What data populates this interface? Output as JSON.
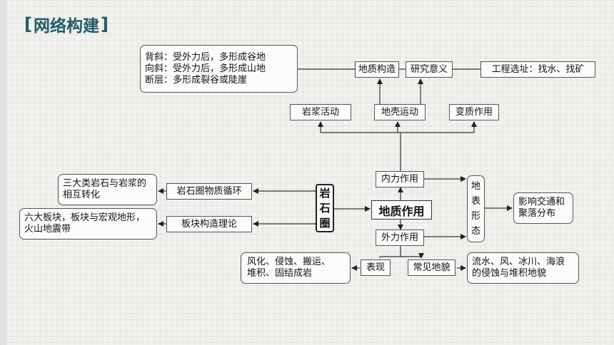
{
  "title": {
    "open": "[",
    "text": "网络构建",
    "close": "]"
  },
  "nodes": {
    "rock_circle": [
      "岩",
      "石",
      "圈"
    ],
    "geo_action": "地质作用",
    "internal": "内力作用",
    "external": "外力作用",
    "landform": [
      "地",
      "表",
      "形",
      "态"
    ],
    "impact": [
      "影响交通和",
      "聚落分布"
    ],
    "magma": "岩浆活动",
    "crust": "地壳运动",
    "metamorph": "变质作用",
    "structure": "地质构造",
    "significance": "研究意义",
    "engineering": "工程选址：找水、找矿",
    "structure_types": [
      "背斜：受外力后，多形成谷地",
      "向斜：受外力后，多形成山地",
      "断层：多形成裂谷或陡崖"
    ],
    "rock_cycle": "岩石圈物质循环",
    "rock_types": [
      "三大类岩石与岩浆的",
      "相互转化"
    ],
    "plate_theory": "板块构造理论",
    "plate_desc": [
      "六大板块，板块与宏观地形，",
      "火山地震带"
    ],
    "manifest": "表现",
    "weathering": [
      "风化、侵蚀、搬运、",
      "堆积、固结成岩"
    ],
    "common_landform": "常见地貌",
    "erosion": [
      "流水、风、冰川、海浪",
      "的侵蚀与堆积地貌"
    ]
  }
}
